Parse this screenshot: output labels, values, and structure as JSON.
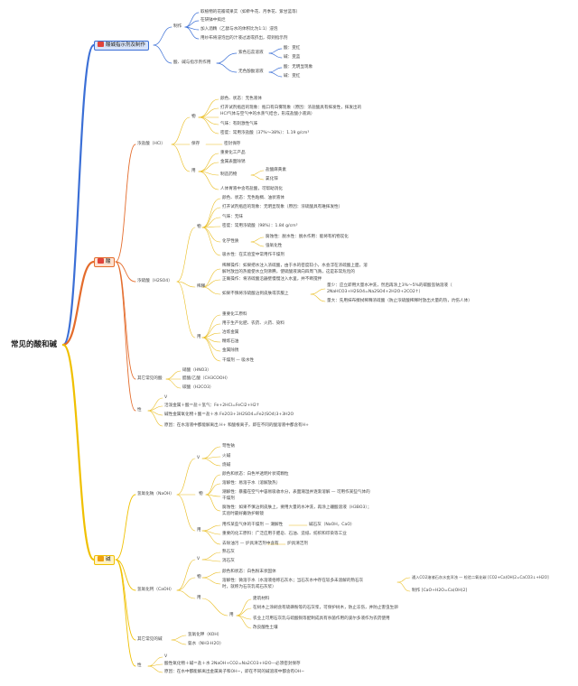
{
  "root": "常见的酸和碱",
  "indicator": {
    "label": "酸碱指示剂及制作",
    "make": {
      "label": "制作",
      "steps": [
        "取植物的花瓣或果实（如牵牛花、月季花、紫甘蓝等）",
        "在研钵中捣烂",
        "加入酒精（乙醇与水的体积比为1:1）浸泡",
        "用纱布将浸泡出的汁液过滤或挤出，得到指示剂"
      ]
    },
    "effect": {
      "label": "酸、碱与指示剂作用",
      "litmus": {
        "label": "紫色石蕊溶液",
        "acid": "酸：变红",
        "base": "碱：变蓝"
      },
      "phenol": {
        "label": "无色酚酞溶液",
        "acid": "酸：无明显现象",
        "base": "碱：变红"
      }
    }
  },
  "acid": {
    "label": "酸",
    "hcl": {
      "label": "浓盐酸（HCl）",
      "phys_label": "物",
      "phys": [
        "颜色、状态：无色液体",
        "打开试剂瓶后的现象：瓶口有白雾现象（原因：浓盐酸具有挥发性，挥发出的",
        "HCl气体与空气中的水蒸气结合，形成盐酸小液滴）",
        "气味：有刺激性气味",
        "密度：常用浓盐酸（37%～38%）：1.19 g/cm³"
      ],
      "store_label": "保存",
      "store": "密封保存",
      "use_label": "用",
      "uses": [
        "重要化工产品",
        "金属表面除锈"
      ],
      "drug_label": "制造药物",
      "drugs": [
        "盐酸麻黄素",
        "氯化锌"
      ],
      "stomach": "人体胃液中含有盐酸，可帮助消化"
    },
    "h2so4": {
      "label": "浓硫酸（H2SO4）",
      "phys_label": "物",
      "phys": [
        "颜色、状态：无色粘稠、油状液体",
        "打开试剂瓶后的现象：无明显现象（原因：浓硫酸具有难挥发性）",
        "气味：无味",
        "密度：常用浓硫酸（98%）：1.84 g/cm³"
      ],
      "chem_label": "化学性质",
      "chem": [
        "腐蚀性：脱水性：脱水作用：能将有机物炭化",
        "强氧化性"
      ],
      "absorb": "吸水性：在实验室中常用作干燥剂",
      "dilute_label": "稀释",
      "dilute": [
        "稀释操作：如果把水注入浓硫酸，由于水的密度较小，水会浮在浓硫酸上面，溶",
        "解时放出的热能使水立刻沸腾，使硫酸液滴向四周飞溅，这是非常危险的",
        "正确操作：将浓硫酸沿器壁慢慢注入水里，并不断搅拌"
      ],
      "accident_label": "如果不慎将浓硫酸沾到皮肤或衣服上",
      "accident": [
        "量少：应立即用大量水冲洗，然后再涂上3%～5%的碳酸氢钠溶液（",
        "2NaHCO3+H2SO4=Na2SO4+2H2O+2CO2↑）",
        "量大：先用抹布擦拭稀释浓硫酸（防止浓硫酸稀释时放出大量的热，灼伤人体）"
      ],
      "use_label": "用",
      "uses": [
        "重要化工原料",
        "用于生产化肥、农药、火药、染料",
        "冶炼金属",
        "精炼石油",
        "金属除锈",
        "干燥剂 — 吸水性"
      ]
    },
    "others": {
      "label": "其它常见的酸",
      "items": [
        "硝酸（HNO3）",
        "醋酸/乙酸（CH3COOH）",
        "碳酸（H2CO3）"
      ]
    },
    "summary": {
      "label": "性",
      "v": "V",
      "items": [
        "活泼金属＋酸＝盐＋氢气：Fe+2HCl=FeCl2+H2↑",
        "碱性金属氧化物＋酸＝盐＋水 Fe2O3+3H2SO4=Fe2(SO4)3+3H2O",
        "原因：在水溶液中都能解离出 H+ 和酸根离子，即在不同的酸溶液中都含有H+"
      ]
    }
  },
  "base": {
    "label": "碱",
    "naoh": {
      "label": "氢氧化钠（NaOH）",
      "names_label": "V",
      "names": [
        "苛性钠",
        "火碱",
        "烧碱"
      ],
      "phys_label": "物",
      "phys": [
        "颜色和状态：白色半透明片状或颗粒",
        "溶解性：易溶于水（溶解放热）",
        "潮解性：暴露在空气中容易吸收水分，表面潮湿并逐渐溶解 — 可用作某些气体的",
        "干燥剂",
        "腐蚀性：如果不慎沾到皮肤上，要用大量的水冲洗，再涂上硼酸溶液（H3BO3）；",
        "实验时最好戴防护眼镜"
      ],
      "use_label": "用",
      "uses": [
        "用作某些气体的干燥剂 — 潮解性",
        "重要的化工原料：广泛应用于肥皂、石油、造纸、纺织和印染等工业",
        "去除油污 — 炉具清洁剂中含有"
      ],
      "lime": "碱石灰（NaOH，CaO）",
      "cleaner": "炉具清洁剂"
    },
    "caoh2": {
      "label": "氢氧化钙（CaOH）",
      "names_label": "V",
      "names": [
        "熟石灰",
        "消石灰"
      ],
      "phys_label": "物",
      "phys": [
        "颜色和状态：白色粉末状固体",
        "溶解性：微溶于水（水溶液俗称石灰水；当石灰水中存在较多未溶解的熟石灰",
        "时，就称为石灰乳或石灰浆）"
      ],
      "prep": [
        "通入CO2溶液石灰水变浑浊 — 检验二氧化碳 [CO2+Ca(OH)2=CaCO3↓+H2O]",
        "制作 [CaO+H2O=Ca(OH)2]"
      ],
      "use_label": "用",
      "uses": [
        "建筑材料",
        "在树木上涂刷含有硫磺粉等的石灰浆，可保护树木，防止冻伤，并防止害虫生卵",
        "农业上可用石灰乳与硫酸铜等配制成具有杀菌作用的波尔多液作为农药使用",
        "改良酸性土壤"
      ]
    },
    "others": {
      "label": "其它常见的碱",
      "items": [
        "氢氧化钾（KOH）",
        "氨水（NH3·H2O）"
      ]
    },
    "summary": {
      "label": "性",
      "v": "V",
      "items": [
        "酸性氧化物＋碱＝盐＋水 2NaOH+CO2=Na2CO3+H2O—必须密封保存",
        "原因：在水中都能解离出金属离子和OH−，即在不同的碱溶液中都含有OH−"
      ]
    }
  },
  "colors": {
    "indicator": "#3b6fd6",
    "acid": "#e46c2c",
    "base": "#f0c000",
    "leaf": "#eabd20"
  },
  "icons": {
    "indicator": "book-icon",
    "acid": "flask-icon",
    "base": "pencil-icon"
  }
}
